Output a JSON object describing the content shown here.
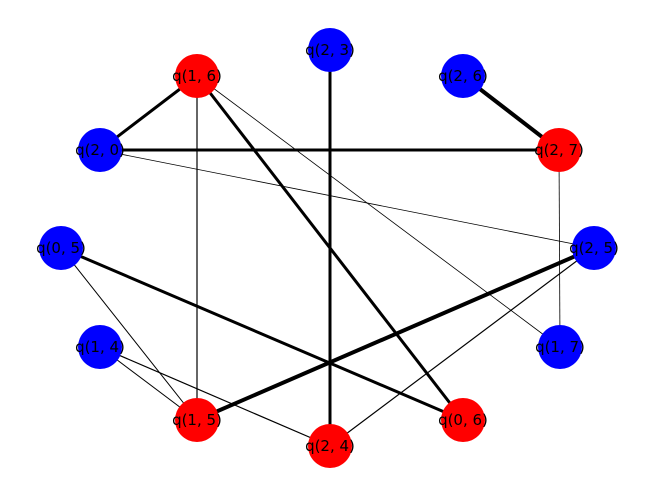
{
  "colors": {
    "red": "#ff0000",
    "blue": "#0000ff",
    "edge": "#000000"
  },
  "nodes": [
    {
      "id": "q23",
      "label": "q(2, 3)",
      "color": "blue"
    },
    {
      "id": "q26",
      "label": "q(2, 6)",
      "color": "blue"
    },
    {
      "id": "q27",
      "label": "q(2, 7)",
      "color": "red"
    },
    {
      "id": "q25",
      "label": "q(2, 5)",
      "color": "blue"
    },
    {
      "id": "q17",
      "label": "q(1, 7)",
      "color": "blue"
    },
    {
      "id": "q06",
      "label": "q(0, 6)",
      "color": "red"
    },
    {
      "id": "q24",
      "label": "q(2, 4)",
      "color": "red"
    },
    {
      "id": "q15",
      "label": "q(1, 5)",
      "color": "red"
    },
    {
      "id": "q14",
      "label": "q(1, 4)",
      "color": "blue"
    },
    {
      "id": "q05",
      "label": "q(0, 5)",
      "color": "blue"
    },
    {
      "id": "q20",
      "label": "q(2, 0)",
      "color": "blue"
    },
    {
      "id": "q16",
      "label": "q(1, 6)",
      "color": "red"
    }
  ],
  "edges": [
    {
      "source": "q16",
      "target": "q20",
      "weight": 3
    },
    {
      "source": "q16",
      "target": "q15",
      "weight": 1.2
    },
    {
      "source": "q16",
      "target": "q06",
      "weight": 3
    },
    {
      "source": "q16",
      "target": "q17",
      "weight": 0.8
    },
    {
      "source": "q23",
      "target": "q24",
      "weight": 3
    },
    {
      "source": "q26",
      "target": "q27",
      "weight": 4
    },
    {
      "source": "q20",
      "target": "q27",
      "weight": 3
    },
    {
      "source": "q20",
      "target": "q25",
      "weight": 0.8
    },
    {
      "source": "q27",
      "target": "q17",
      "weight": 0.8
    },
    {
      "source": "q05",
      "target": "q06",
      "weight": 3
    },
    {
      "source": "q05",
      "target": "q15",
      "weight": 1
    },
    {
      "source": "q25",
      "target": "q15",
      "weight": 4
    },
    {
      "source": "q25",
      "target": "q24",
      "weight": 1.2
    },
    {
      "source": "q14",
      "target": "q15",
      "weight": 1
    },
    {
      "source": "q14",
      "target": "q24",
      "weight": 1.2
    }
  ]
}
